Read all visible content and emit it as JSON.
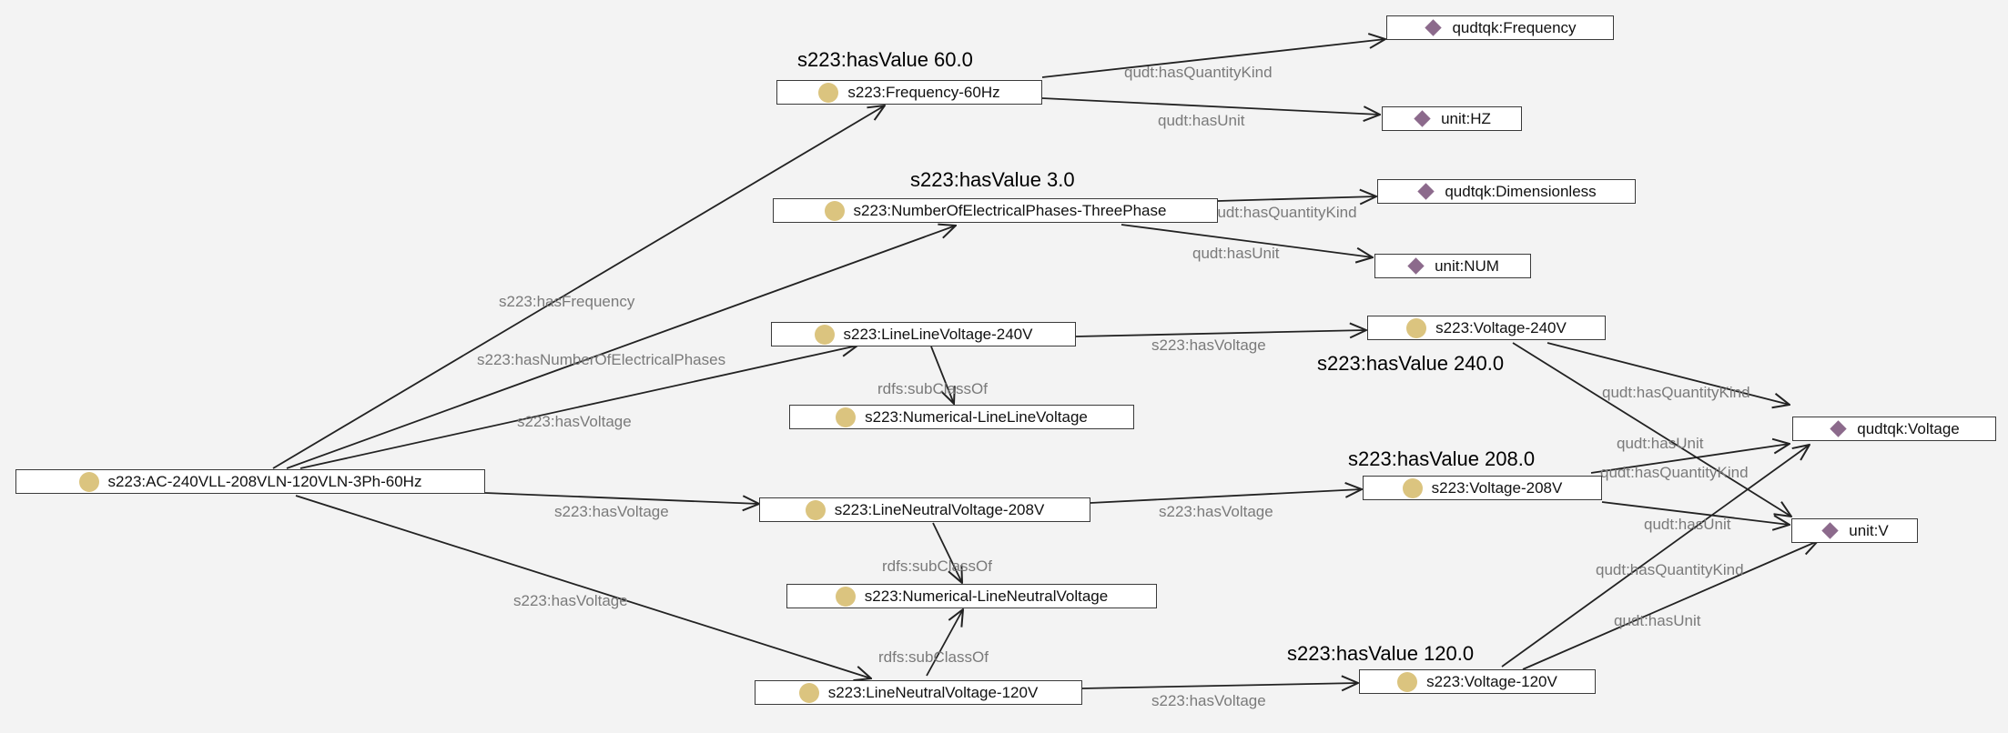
{
  "colors": {
    "class_icon": "#dbc47f",
    "individual_icon": "#8c6a8c",
    "edge": "#222222",
    "edge_label": "#7a7a7a"
  },
  "nodes": {
    "ac": {
      "label": "s223:AC-240VLL-208VLN-120VLN-3Ph-60Hz",
      "icon": "class-circle-icon"
    },
    "freq": {
      "label": "s223:Frequency-60Hz",
      "icon": "class-circle-icon"
    },
    "phases": {
      "label": "s223:NumberOfElectricalPhases-ThreePhase",
      "icon": "class-circle-icon"
    },
    "llv240": {
      "label": "s223:LineLineVoltage-240V",
      "icon": "class-circle-icon"
    },
    "numll": {
      "label": "s223:Numerical-LineLineVoltage",
      "icon": "class-circle-icon"
    },
    "lnv208": {
      "label": "s223:LineNeutralVoltage-208V",
      "icon": "class-circle-icon"
    },
    "numln": {
      "label": "s223:Numerical-LineNeutralVoltage",
      "icon": "class-circle-icon"
    },
    "lnv120": {
      "label": "s223:LineNeutralVoltage-120V",
      "icon": "class-circle-icon"
    },
    "v240": {
      "label": "s223:Voltage-240V",
      "icon": "class-circle-icon"
    },
    "v208": {
      "label": "s223:Voltage-208V",
      "icon": "class-circle-icon"
    },
    "v120": {
      "label": "s223:Voltage-120V",
      "icon": "class-circle-icon"
    },
    "qkfreq": {
      "label": "qudtqk:Frequency",
      "icon": "individual-diamond-icon"
    },
    "uhz": {
      "label": "unit:HZ",
      "icon": "individual-diamond-icon"
    },
    "qkdim": {
      "label": "qudtqk:Dimensionless",
      "icon": "individual-diamond-icon"
    },
    "unum": {
      "label": "unit:NUM",
      "icon": "individual-diamond-icon"
    },
    "qkvolt": {
      "label": "qudtqk:Voltage",
      "icon": "individual-diamond-icon"
    },
    "uv": {
      "label": "unit:V",
      "icon": "individual-diamond-icon"
    }
  },
  "edge_labels": {
    "hasFrequency": "s223:hasFrequency",
    "hasNumberOfElectricalPhases": "s223:hasNumberOfElectricalPhases",
    "hasVoltage": "s223:hasVoltage",
    "subClassOf": "rdfs:subClassOf",
    "hasQuantityKind": "qudt:hasQuantityKind",
    "hasUnit": "qudt:hasUnit"
  },
  "values": {
    "freq": "s223:hasValue 60.0",
    "phases": "s223:hasValue 3.0",
    "v240": "s223:hasValue 240.0",
    "v208": "s223:hasValue 208.0",
    "v120": "s223:hasValue 120.0"
  }
}
